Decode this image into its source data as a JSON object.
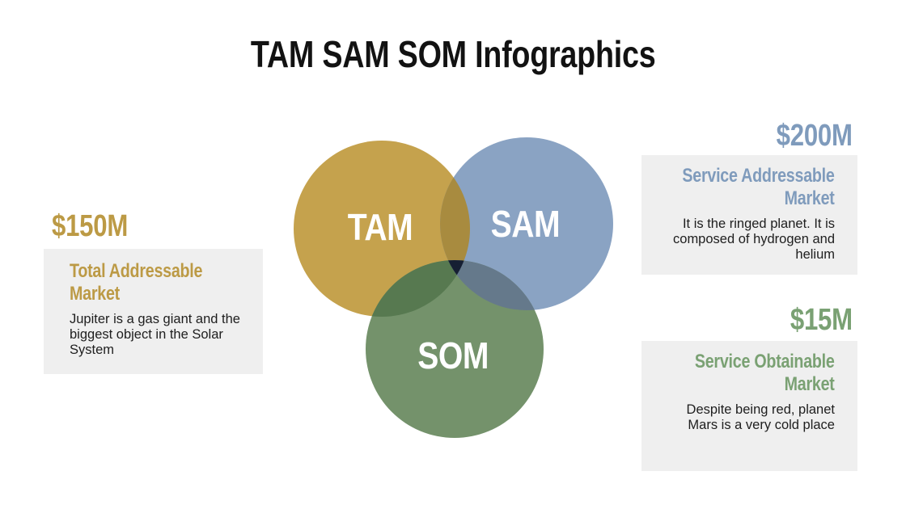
{
  "slide": {
    "title": "TAM SAM SOM Infographics",
    "background": "#FFFFFF"
  },
  "venn": {
    "labels": {
      "tam": "TAM",
      "sam": "SAM",
      "som": "SOM"
    },
    "colors": {
      "tam": "#C5A24D",
      "sam": "#8AA3C3",
      "som": "#74926B",
      "tam_sam": "#A88B3F",
      "tam_som": "#577950",
      "sam_som": "#65798B",
      "center": "#161F33"
    }
  },
  "cards": {
    "tam": {
      "amount": "$150M",
      "title": "Total Addressable Market",
      "description": "Jupiter is a gas giant and the biggest object in the Solar System",
      "accent": "#BC9A45",
      "card_background": "#EFEFEF"
    },
    "sam": {
      "amount": "$200M",
      "title": "Service Addressable Market",
      "description": "It is the ringed planet. It is composed of hydrogen and helium",
      "accent": "#7F9BBC",
      "card_background": "#EFEFEF"
    },
    "som": {
      "amount": "$15M",
      "title": "Service Obtainable Market",
      "description": "Despite being red, planet Mars is a very cold place",
      "accent": "#7AA173",
      "card_background": "#EFEFEF"
    }
  }
}
